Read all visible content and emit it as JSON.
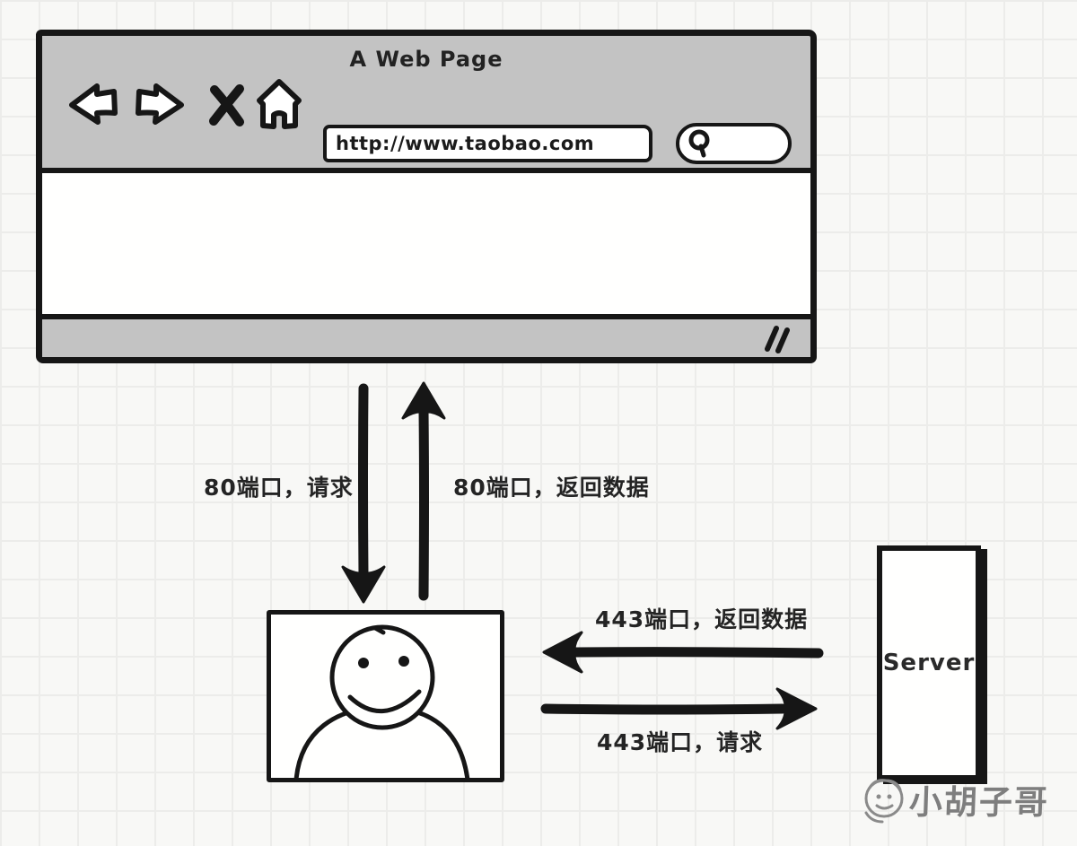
{
  "browser": {
    "title": "A Web Page",
    "url_bar": {
      "value": "http://www.taobao.com"
    },
    "toolbar_icons": {
      "back": "back-arrow",
      "forward": "forward-arrow",
      "close": "x-mark",
      "home": "house",
      "search": "magnifier-pill"
    },
    "statusbar": {
      "resize_handle": "diagonal-grip"
    }
  },
  "flows": {
    "port80_request": "80端口，请求",
    "port80_response": "80端口，返回数据",
    "port443_response": "443端口，返回数据",
    "port443_request": "443端口，请求"
  },
  "person": {
    "description": "smiley-user"
  },
  "server": {
    "label": "Server"
  },
  "watermark": {
    "text": "小胡子哥"
  },
  "colors": {
    "background": "#f8f8f6",
    "grid_line": "#ececea",
    "chrome_gray": "#c3c3c3",
    "ink": "#161616",
    "watermark_gray": "#7e7e7e"
  }
}
